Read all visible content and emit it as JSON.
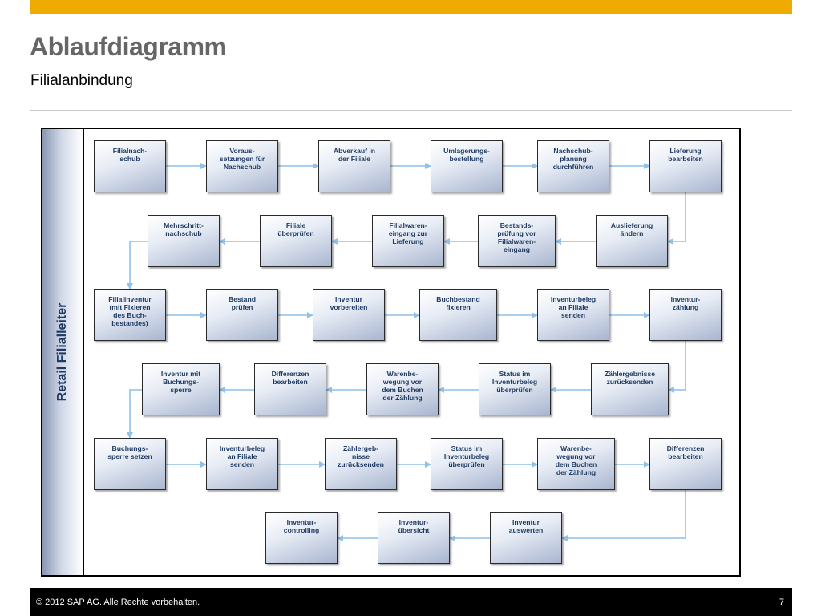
{
  "header": {
    "title": "Ablaufdiagramm",
    "subtitle": "Filialanbindung"
  },
  "diagram": {
    "lane_label": "Retail Filialleiter",
    "rows": [
      [
        {
          "label": "Filialnach-\nschub"
        },
        {
          "label": "Voraus-\nsetzungen für\nNachschub"
        },
        {
          "label": "Abverkauf in\nder Filiale"
        },
        {
          "label": "Umlagerungs-\nbestellung"
        },
        {
          "label": "Nachschub-\nplanung\ndurchführen"
        },
        {
          "label": "Lieferung\nbearbeiten"
        }
      ],
      [
        {
          "label": "Mehrschritt-\nnachschub"
        },
        {
          "label": "Filiale\nüberprüfen"
        },
        {
          "label": "Filialwaren-\neingang zur\nLieferung"
        },
        {
          "label": "Bestands-\nprüfung vor\nFilialwaren-\neingang"
        },
        {
          "label": "Auslieferung\nändern"
        }
      ],
      [
        {
          "label": "Filialinventur\n(mit Fixieren\ndes Buch-\nbestandes)"
        },
        {
          "label": "Bestand\nprüfen"
        },
        {
          "label": "Inventur\nvorbereiten"
        },
        {
          "label": "Buchbestand\nfixieren"
        },
        {
          "label": "Inventurbeleg\nan Filiale\nsenden"
        },
        {
          "label": "Inventur-\nzählung"
        }
      ],
      [
        {
          "label": "Inventur mit\nBuchungs-\nsperre"
        },
        {
          "label": "Differenzen\nbearbeiten"
        },
        {
          "label": "Warenbe-\nwegung vor\ndem Buchen\nder Zählung"
        },
        {
          "label": "Status im\nInventurbeleg\nüberprüfen"
        },
        {
          "label": "Zählergebnisse\nzurücksenden"
        }
      ],
      [
        {
          "label": "Buchungs-\nsperre setzen"
        },
        {
          "label": "Inventurbeleg\nan Filiale\nsenden"
        },
        {
          "label": "Zählergeb-\nnisse\nzurücksenden"
        },
        {
          "label": "Status im\nInventurbeleg\nüberprüfen"
        },
        {
          "label": "Warenbe-\nwegung vor\ndem Buchen\nder Zählung"
        },
        {
          "label": "Differenzen\nbearbeiten"
        }
      ],
      [
        {
          "label": "Inventur-\ncontrolling"
        },
        {
          "label": "Inventur-\nübersicht"
        },
        {
          "label": "Inventur\nauswerten"
        }
      ]
    ]
  },
  "footer": {
    "copyright": "©  2012 SAP AG. Alle Rechte vorbehalten.",
    "page_number": "7"
  },
  "colors": {
    "accent_bar": "#F0AB00",
    "node_text": "#1f3b63",
    "arrow": "#8fc1ea"
  }
}
